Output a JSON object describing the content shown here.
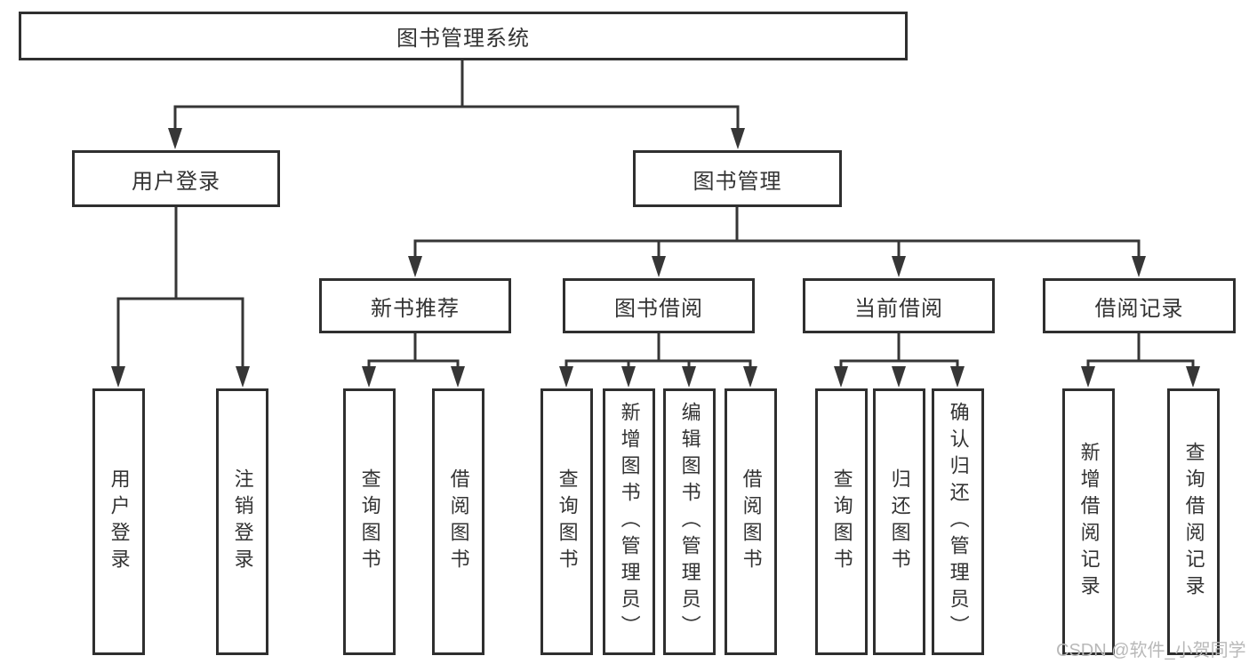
{
  "colors": {
    "background": "#ffffff",
    "line": "#363636",
    "box_border": "#2f2f2f",
    "text": "#333333",
    "watermark": "#b9b9b9"
  },
  "watermark": {
    "text": "CSDN @软件_小贺同学"
  },
  "tree": {
    "root": {
      "label": "图书管理系统",
      "children": [
        {
          "label": "用户登录",
          "children": [
            {
              "label": "用户登录"
            },
            {
              "label": "注销登录"
            }
          ]
        },
        {
          "label": "图书管理",
          "children": [
            {
              "label": "新书推荐",
              "children": [
                {
                  "label": "查询图书"
                },
                {
                  "label": "借阅图书"
                }
              ]
            },
            {
              "label": "图书借阅",
              "children": [
                {
                  "label": "查询图书"
                },
                {
                  "label": "新增图书（管理员）"
                },
                {
                  "label": "编辑图书（管理员）"
                },
                {
                  "label": "借阅图书"
                }
              ]
            },
            {
              "label": "当前借阅",
              "children": [
                {
                  "label": "查询图书"
                },
                {
                  "label": "归还图书"
                },
                {
                  "label": "确认归还（管理员）"
                }
              ]
            },
            {
              "label": "借阅记录",
              "children": [
                {
                  "label": "新增借阅记录"
                },
                {
                  "label": "查询借阅记录"
                }
              ]
            }
          ]
        }
      ]
    }
  }
}
